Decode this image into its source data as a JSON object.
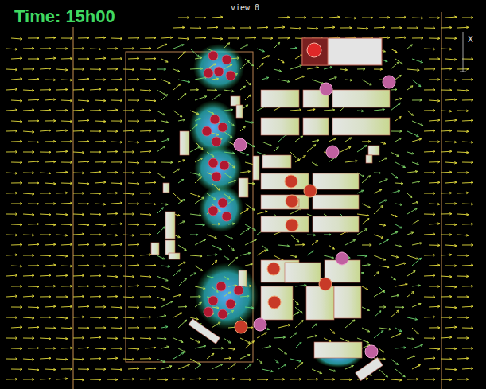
{
  "diagram": {
    "labels": [
      "Time: 15h00",
      "view 0",
      "X"
    ]
  }
}
